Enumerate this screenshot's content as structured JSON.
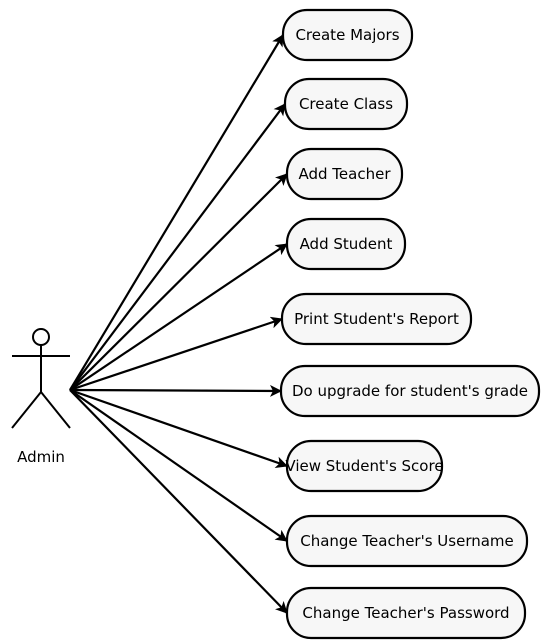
{
  "actor": {
    "name": "Admin"
  },
  "use_cases": [
    {
      "id": "create-majors",
      "label": "Create Majors"
    },
    {
      "id": "create-class",
      "label": "Create Class"
    },
    {
      "id": "add-teacher",
      "label": "Add Teacher"
    },
    {
      "id": "add-student",
      "label": "Add Student"
    },
    {
      "id": "print-students-report",
      "label": "Print Student's Report"
    },
    {
      "id": "do-upgrade-students-grade",
      "label": "Do upgrade for student's grade"
    },
    {
      "id": "view-students-score",
      "label": "View Student's Score"
    },
    {
      "id": "change-teachers-username",
      "label": "Change Teacher's Username"
    },
    {
      "id": "change-teachers-password",
      "label": "Change Teacher's Password"
    }
  ]
}
